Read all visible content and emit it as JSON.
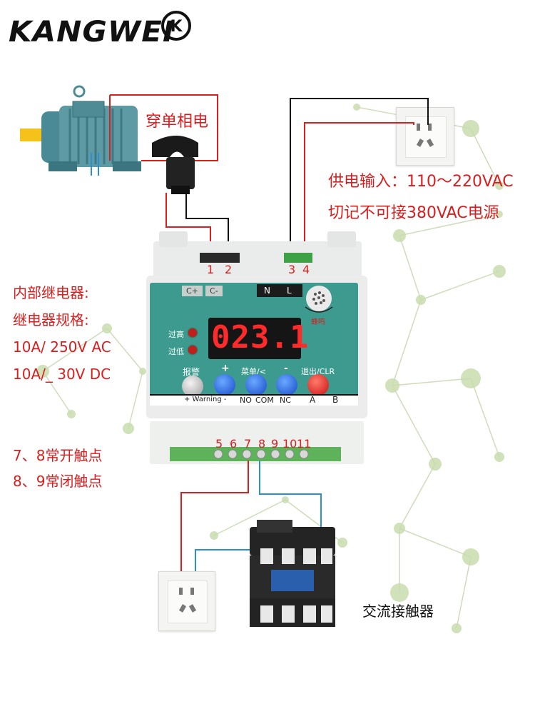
{
  "brand": {
    "logo_text": "KANGWEI",
    "badge_text": "K"
  },
  "annotations": {
    "phase": "穿单相电",
    "power_input": "供电输入：110～220VAC",
    "warning_380": "切记不可接380VAC电源",
    "relay_title": "内部继电器:",
    "relay_spec": "继电器规格:",
    "relay_ac": "10A/ 250V AC",
    "relay_dc": "10A/_ 30V DC",
    "no_contact": "7、8常开触点",
    "nc_contact": "8、9常闭触点",
    "contactor": "交流接触器"
  },
  "terminals": {
    "top_left": [
      "1",
      "2"
    ],
    "top_right": [
      "3",
      "4"
    ],
    "bottom": [
      "5",
      "6",
      "7",
      "8",
      "9",
      "10",
      "11"
    ]
  },
  "device": {
    "ct_labels": [
      "C+",
      "C-"
    ],
    "power_labels": [
      "N",
      "L"
    ],
    "buzzer_label": "蜂鸣",
    "over_high": "过高",
    "over_low": "过低",
    "display_value": "023.1",
    "alarm_label": "报警",
    "plus_sign": "+",
    "menu_label": "菜单/<",
    "minus_sign": "-",
    "exit_label": "退出/CLR",
    "bottom_labels": {
      "warning": "+ Warning -",
      "no": "NO",
      "com": "COM",
      "nc": "NC",
      "a": "A",
      "b": "B"
    }
  },
  "colors": {
    "wire_red": "#d81e1e",
    "wire_black": "#111111",
    "wire_blue": "#2a8fd6",
    "panel_teal": "#3c9b8e",
    "display_red": "#ff2a2a"
  }
}
